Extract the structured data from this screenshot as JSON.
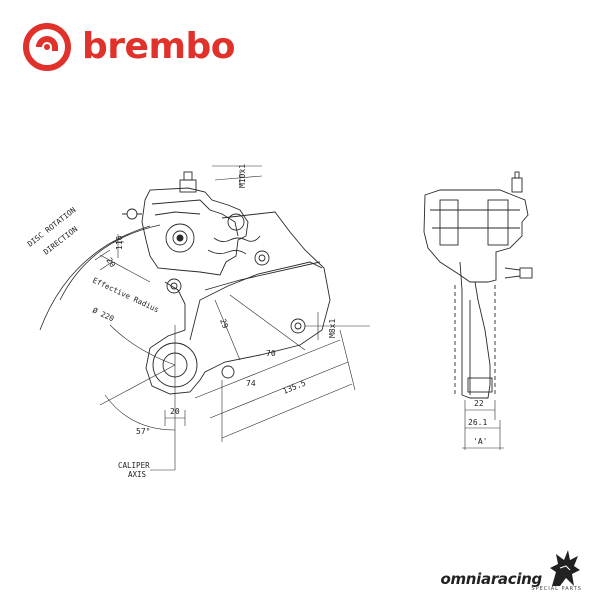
{
  "brand": {
    "logo_text": "brembo",
    "color": "#e0312b"
  },
  "drawing": {
    "label_disc_rotation": "DISC ROTATION",
    "label_direction": "DIRECTION",
    "label_effective_radius": "Effective Radius",
    "label_diameter": "Ø 220",
    "label_caliper_axis_1": "CALIPER",
    "label_caliper_axis_2": "AXIS",
    "thread_top": "M10x1",
    "thread_side": "M8x1",
    "dim_116": "116",
    "dim_20_top": "20",
    "dim_29": "29",
    "dim_70": "70",
    "dim_74": "74",
    "dim_135": "135.5",
    "dim_20_bottom": "20",
    "dim_angle": "57°",
    "dim_22": "22",
    "dim_26": "26.1",
    "dim_A": "'A'",
    "line_color": "#2a2a2a"
  },
  "footer": {
    "brand_text": "omniaracing",
    "sub_text": "SPECIAL PARTS"
  }
}
